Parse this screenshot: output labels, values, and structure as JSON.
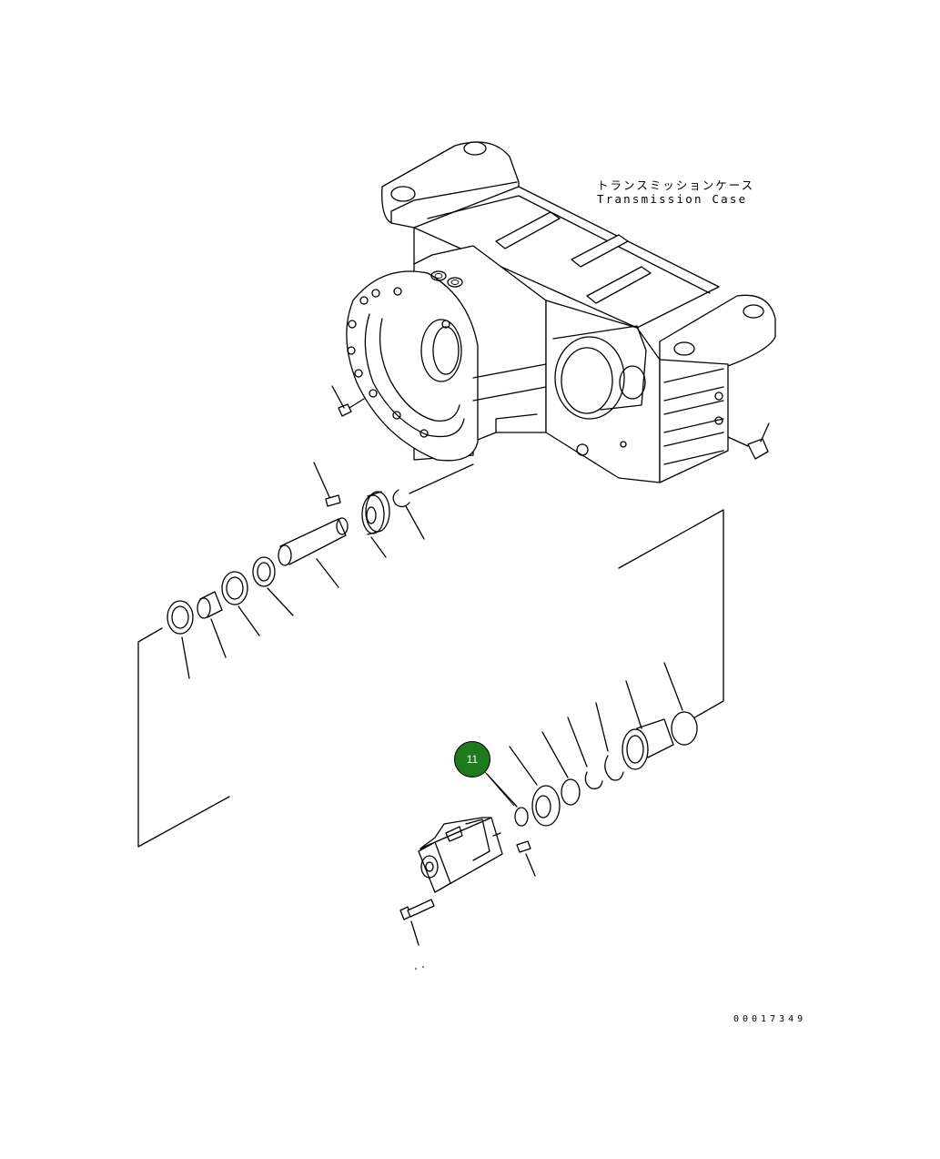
{
  "case_label": {
    "japanese": "トランスミッションケース",
    "english": "Transmission Case"
  },
  "callout": {
    "number": "11",
    "color": "#1d7a1d"
  },
  "drawing_number": "00017349"
}
